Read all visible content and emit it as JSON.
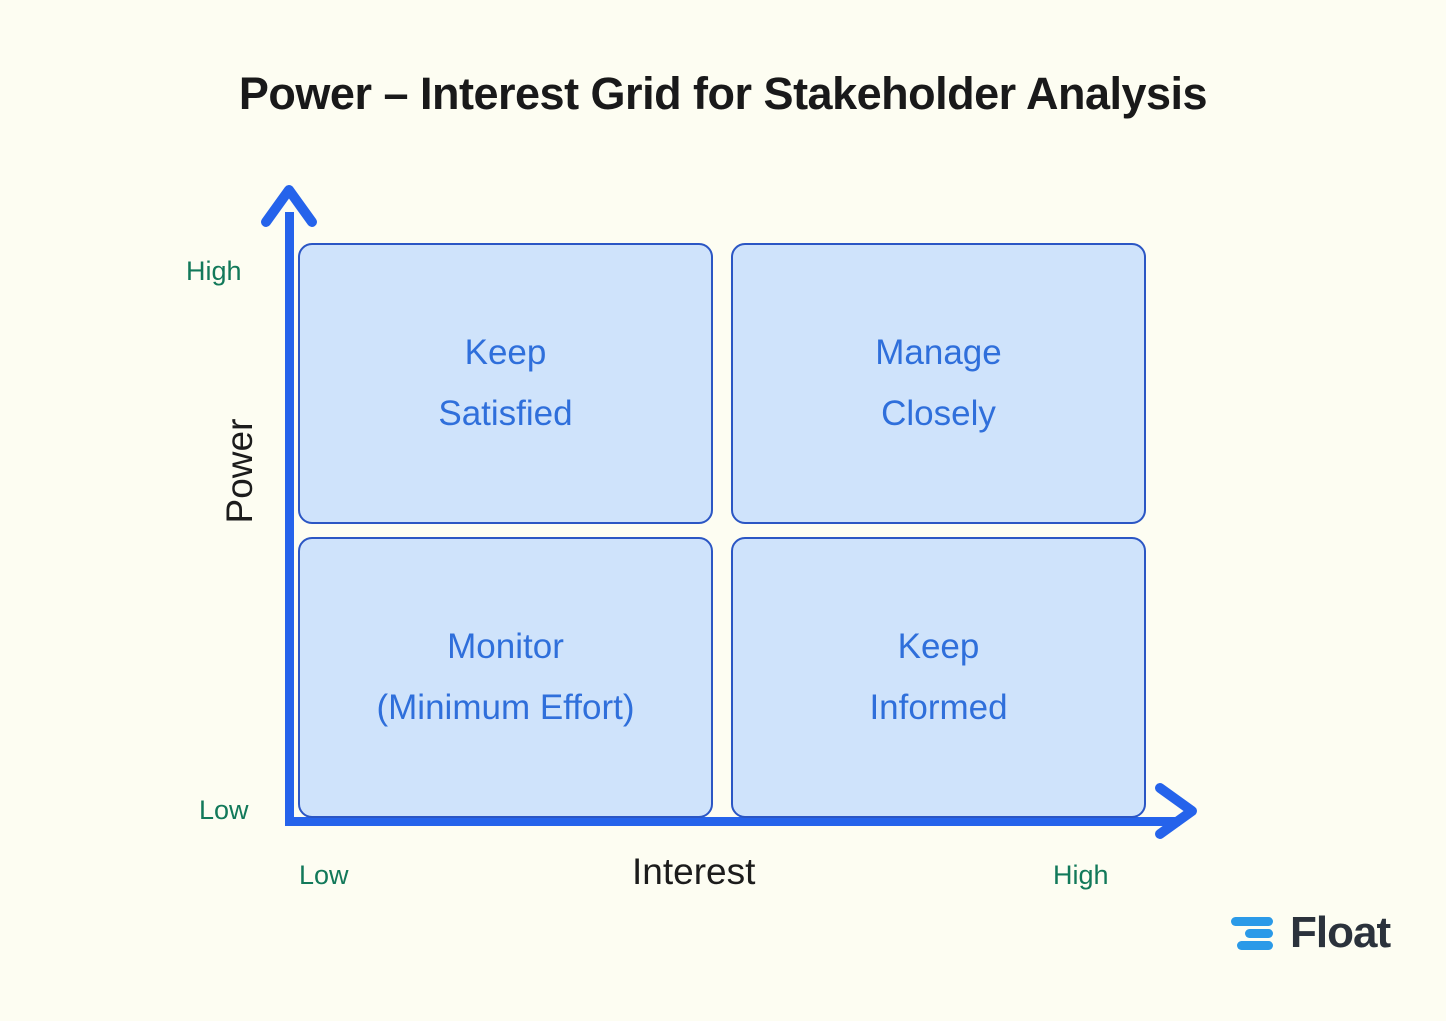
{
  "title": "Power – Interest Grid for Stakeholder Analysis",
  "axes": {
    "x": {
      "title": "Interest",
      "low_label": "Low",
      "high_label": "High"
    },
    "y": {
      "title": "Power",
      "low_label": "Low",
      "high_label": "High"
    }
  },
  "quadrants": [
    {
      "id": "keep-satisfied",
      "line1": "Keep",
      "line2": "Satisfied"
    },
    {
      "id": "manage-closely",
      "line1": "Manage",
      "line2": "Closely"
    },
    {
      "id": "monitor",
      "line1": "Monitor",
      "line2": "(Minimum Effort)"
    },
    {
      "id": "keep-informed",
      "line1": "Keep",
      "line2": "Informed"
    }
  ],
  "logo": {
    "word": "Float",
    "mark": "float-bars-icon"
  },
  "colors": {
    "background": "#fdfdf2",
    "axis": "#2563eb",
    "quadrant_fill": "#cfe3fb",
    "quadrant_border": "#2b56c4",
    "quadrant_text": "#2f6fdb",
    "tick_text": "#12795a",
    "title_text": "#19191a",
    "logo_mark": "#2b9ae8",
    "logo_word": "#2b323c"
  },
  "chart_data": {
    "type": "table",
    "title": "Power – Interest Grid for Stakeholder Analysis",
    "xlabel": "Interest",
    "ylabel": "Power",
    "x_ticks": [
      "Low",
      "High"
    ],
    "y_ticks": [
      "Low",
      "High"
    ],
    "grid": true,
    "legend": "none",
    "cells": [
      {
        "power": "High",
        "interest": "Low",
        "label": "Keep Satisfied"
      },
      {
        "power": "High",
        "interest": "High",
        "label": "Manage Closely"
      },
      {
        "power": "Low",
        "interest": "Low",
        "label": "Monitor (Minimum Effort)"
      },
      {
        "power": "Low",
        "interest": "High",
        "label": "Keep Informed"
      }
    ]
  }
}
